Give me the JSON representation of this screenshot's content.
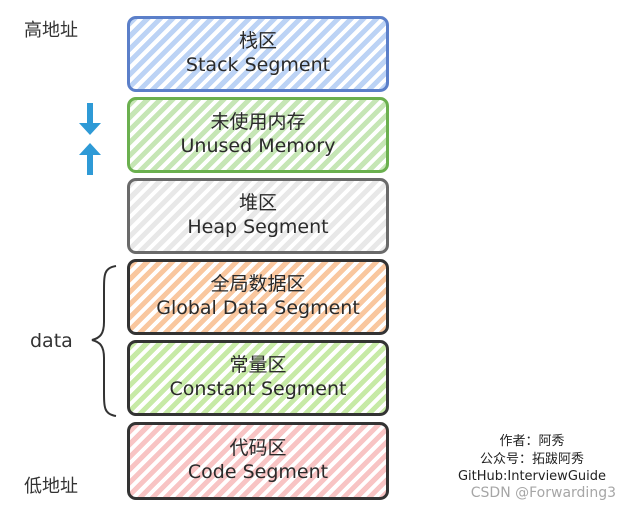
{
  "address": {
    "high": "高地址",
    "low": "低地址"
  },
  "segments": [
    {
      "zh": "栈区",
      "en": "Stack Segment",
      "fill": "#bcd3f5",
      "border": "#5b7fc9"
    },
    {
      "zh": "未使用内存",
      "en": "Unused Memory",
      "fill": "#c6e6b5",
      "border": "#6bb04f"
    },
    {
      "zh": "堆区",
      "en": "Heap Segment",
      "fill": "#e8e8e8",
      "border": "#6a6a6a"
    },
    {
      "zh": "全局数据区",
      "en": "Global Data Segment",
      "fill": "#f9c79f",
      "border": "#333333"
    },
    {
      "zh": "常量区",
      "en": "Constant Segment",
      "fill": "#c7eaa6",
      "border": "#333333"
    },
    {
      "zh": "代码区",
      "en": "Code Segment",
      "fill": "#f8c4c4",
      "border": "#333333"
    }
  ],
  "data_label": "data",
  "arrow_color": "#2e9ad6",
  "credit": {
    "line1": "作者：阿秀",
    "line2": "公众号：拓跋阿秀",
    "line3": "GitHub:InterviewGuide"
  },
  "watermark": "CSDN @Forwarding3"
}
